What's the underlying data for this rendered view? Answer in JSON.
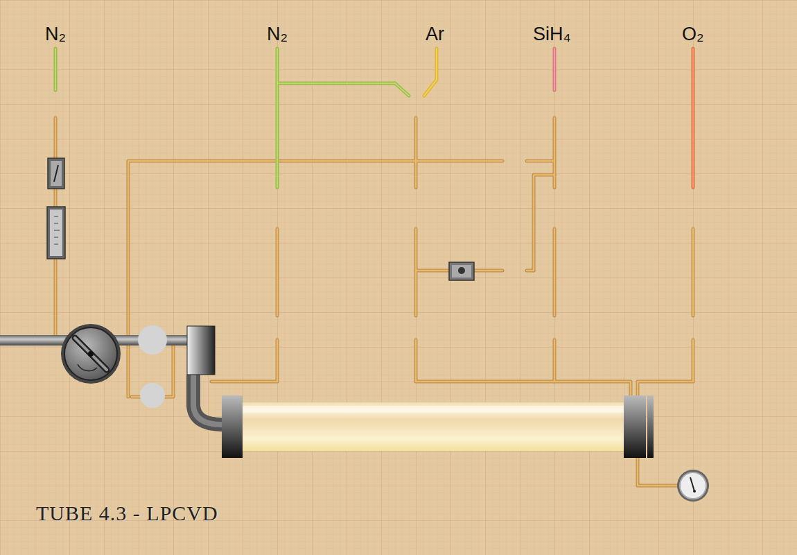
{
  "diagram": {
    "title": "TUBE 4.3 - LPCVD",
    "labels": [
      "N₂",
      "N₂",
      "Ar",
      "SiH₄",
      "O₂"
    ]
  }
}
